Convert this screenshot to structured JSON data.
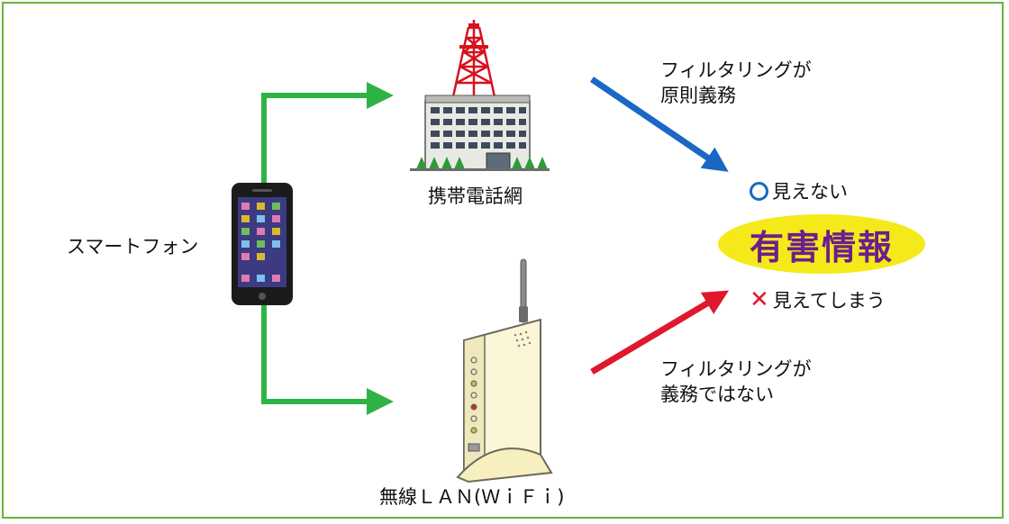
{
  "labels": {
    "smartphone": "スマートフォン",
    "mobile_network": "携帯電話網",
    "wireless_lan": "無線ＬＡＮ(ＷｉＦｉ)",
    "filter_required_1": "フィルタリングが",
    "filter_required_2": "原則義務",
    "filter_not_required_1": "フィルタリングが",
    "filter_not_required_2": "義務ではない",
    "harmful_info": "有害情報",
    "not_visible": "見えない",
    "visible": "見えてしまう"
  },
  "colors": {
    "border": "#6ab23c",
    "path_arrow": "#2fb347",
    "filtered_arrow": "#1a67c4",
    "unfiltered_arrow": "#e0182d",
    "highlight": "#f5e91a",
    "highlight_text": "#6b1f8c"
  },
  "icons": [
    "smartphone-icon",
    "cell-tower-building-icon",
    "wifi-router-icon",
    "circle-icon",
    "cross-icon"
  ]
}
